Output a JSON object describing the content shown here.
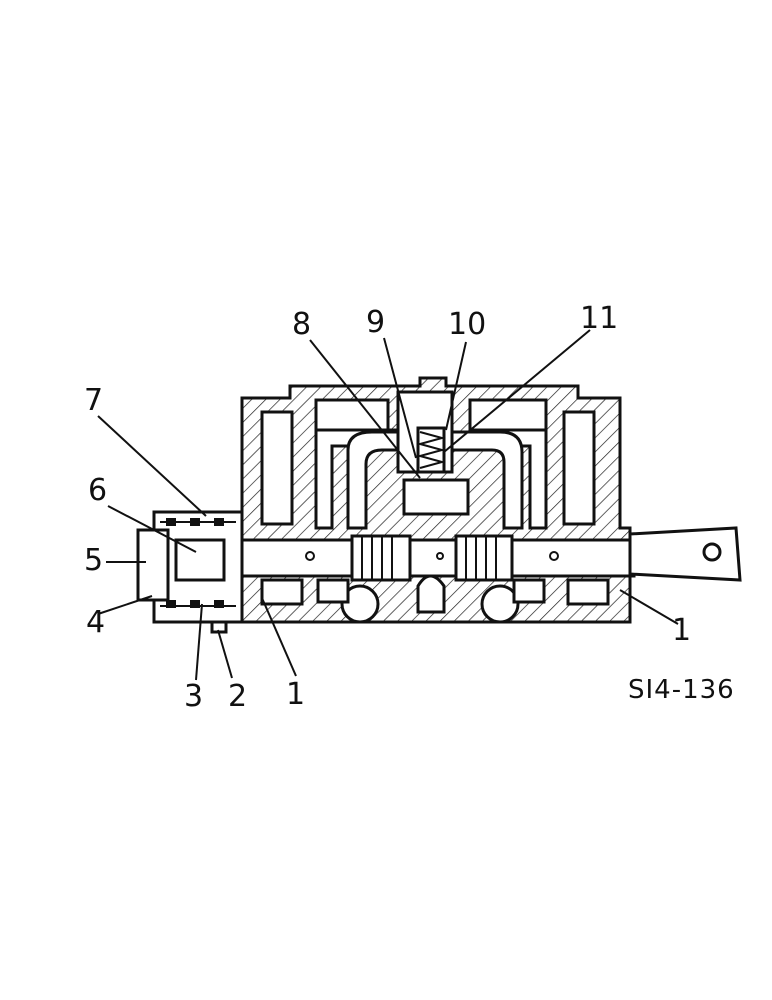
{
  "callouts": [
    "1",
    "2",
    "3",
    "4",
    "5",
    "6",
    "7",
    "8",
    "9",
    "10",
    "11",
    "1"
  ],
  "figure_id": "SI4-136"
}
